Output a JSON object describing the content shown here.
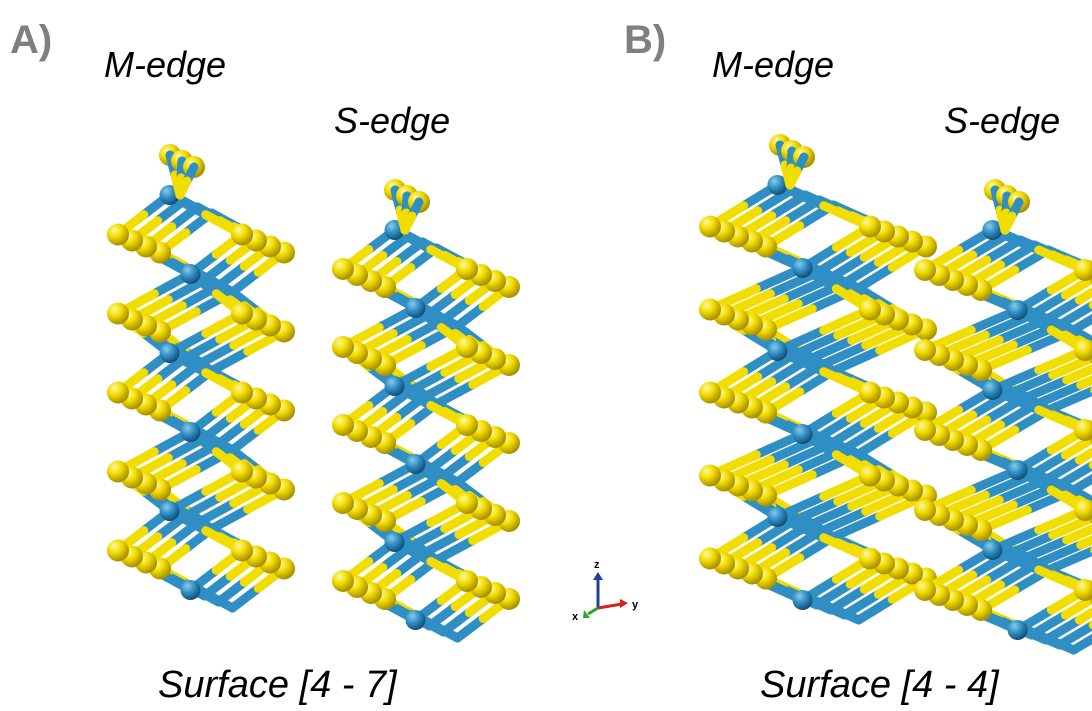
{
  "panels": [
    {
      "letter": "A)",
      "left_label": "M-edge",
      "right_label": "S-edge",
      "caption": "Surface [4 - 7]"
    },
    {
      "letter": "B)",
      "left_label": "M-edge",
      "right_label": "S-edge",
      "caption": "Surface [4 - 4]"
    }
  ],
  "axes_triad": {
    "z": "z",
    "x": "x",
    "y": "y"
  },
  "colors": {
    "sulfur": "#f2dd00",
    "sulfur_dark": "#b39c00",
    "metal": "#2f8fc4",
    "metal_dark": "#1a5f8a",
    "panel_letter": "#7f7f7f",
    "axis_z": "#1f3f99",
    "axis_y": "#d32020",
    "axis_x": "#2aa52a"
  }
}
